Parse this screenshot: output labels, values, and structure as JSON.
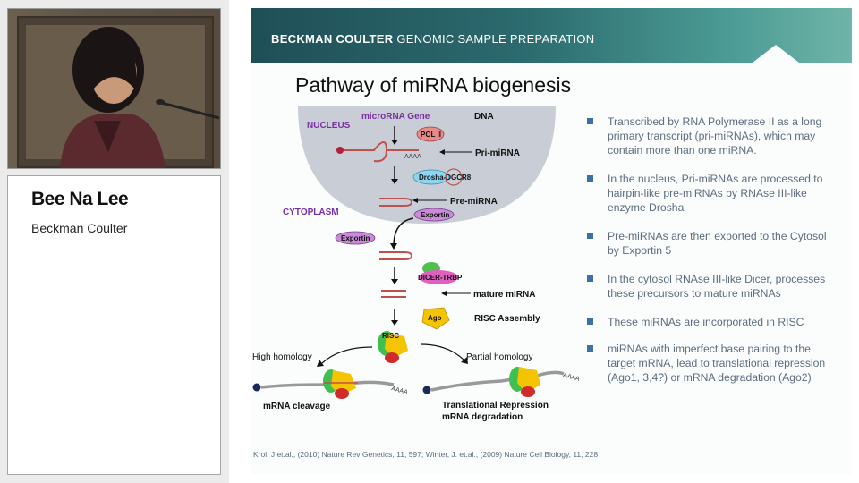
{
  "presenter": {
    "name": "Bee Na Lee",
    "organization": "Beckman Coulter"
  },
  "slide": {
    "banner_bold": "BECKMAN COULTER",
    "banner_rest": " GENOMIC SAMPLE PREPARATION",
    "title": "Pathway of miRNA biogenesis",
    "bullets": [
      "Transcribed by RNA Polymerase II as a long primary transcript (pri-miRNAs), which may contain more than one miRNA.",
      "In the nucleus, Pri-miRNAs are processed to hairpin-like pre-miRNAs by RNAse III-like enzyme Drosha",
      "Pre-miRNAs are then exported to the Cytosol by Exportin 5",
      "In the cytosol RNAse III-like Dicer, processes these precursors to mature miRNAs",
      "These  miRNAs are incorporated in RISC",
      "miRNAs with imperfect base pairing to the target mRNA, lead to translational repression (Ago1, 3,4?) or mRNA degradation (Ago2)"
    ],
    "references": "Krol, J et.al., (2010) Nature Rev Genetics, 11, 597;  Winter, J. et.al., (2009) Nature Cell Biology, 11, 228"
  },
  "diagram": {
    "nucleus": "NUCLEUS",
    "cytoplasm": "CYTOPLASM",
    "microrna_gene": "microRNA Gene",
    "dna": "DNA",
    "pol2": "POL II",
    "aaaa": "AAAA",
    "pri_mirna": "Pri-miRNA",
    "drosha": "Drosha-DGCR8",
    "pre_mirna": "Pre-miRNA",
    "exportin": "Exportin",
    "dicer": "DICER-TRBP",
    "mature_mirna": "mature miRNA",
    "ago": "Ago",
    "risc_assembly": "RISC Assembly",
    "risc": "RISC",
    "high_homology": "High homology",
    "partial_homology": "Partial homology",
    "mrna_cleavage": "mRNA cleavage",
    "translational_repression": "Translational Repression",
    "mrna_degradation": "mRNA degradation"
  },
  "colors": {
    "banner": "#2b6a6e",
    "bullet_square": "#3d6fa8",
    "bullet_text": "#5d6d7e",
    "nucleus_fill": "#c9cdd6",
    "compartment_label": "#7a2fa0",
    "rna_strand": "#c0504d"
  }
}
